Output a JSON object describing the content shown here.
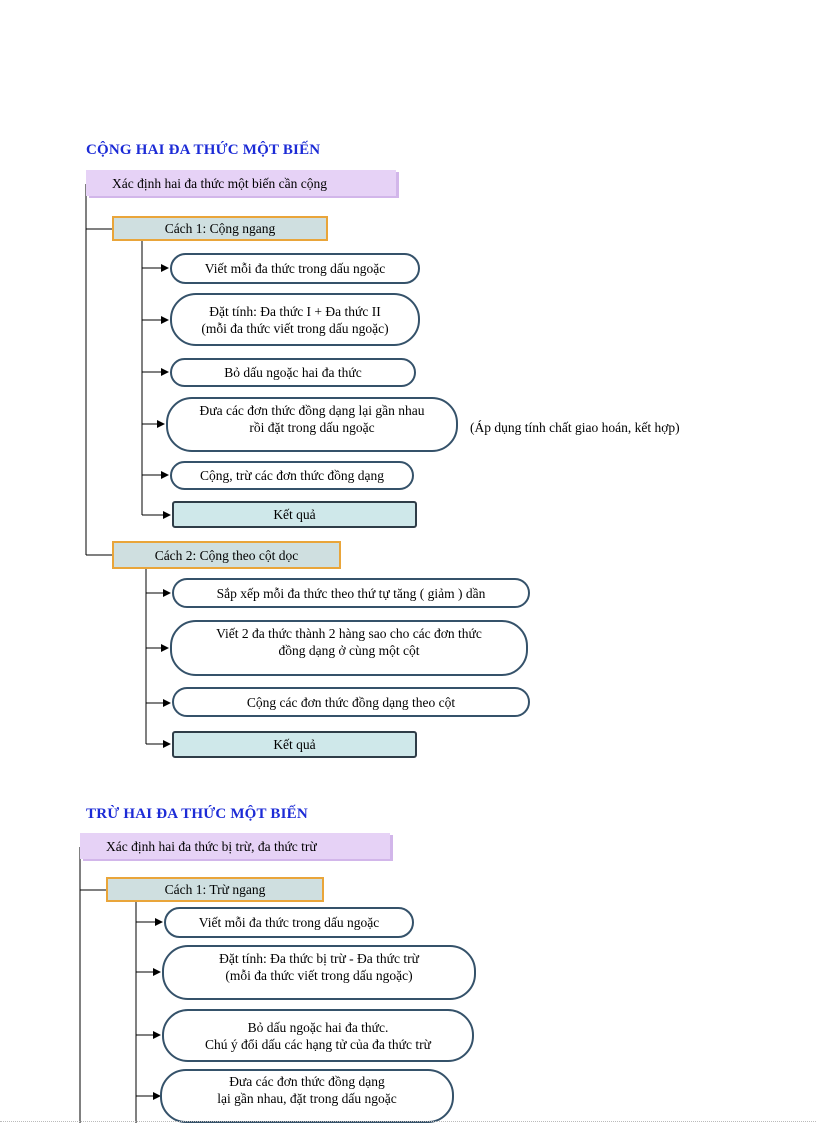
{
  "addition": {
    "title": "CỘNG HAI ĐA THỨC MỘT BIẾN",
    "start": "Xác định hai đa thức một biến cần cộng",
    "method1": {
      "label": "Cách 1: Cộng ngang",
      "steps": {
        "s1": "Viết mỗi đa thức trong dấu ngoặc",
        "s2a": "Đặt tính: Đa thức I + Đa thức II",
        "s2b": "(mỗi đa thức viết trong dấu ngoặc)",
        "s3": "Bỏ dấu ngoặc hai đa thức",
        "s4a": "Đưa các đơn thức đồng dạng lại gần nhau",
        "s4b": "rồi đặt trong dấu ngoặc",
        "s4_note": "(Áp dụng tính chất giao hoán, kết hợp)",
        "s5": "Cộng, trừ các đơn thức đồng dạng",
        "result": "Kết quả"
      }
    },
    "method2": {
      "label": "Cách 2: Cộng theo cột dọc",
      "steps": {
        "s1": "Sắp xếp mỗi đa thức theo thứ tự tăng ( giảm ) dần",
        "s2a": "Viết 2 đa thức thành 2 hàng sao cho các đơn thức",
        "s2b": "đồng dạng ở cùng một cột",
        "s3": "Cộng các đơn thức đồng dạng theo cột",
        "result": "Kết quả"
      }
    }
  },
  "subtraction": {
    "title": "TRỪ HAI ĐA THỨC MỘT BIẾN",
    "start": "Xác định hai đa thức bị trừ, đa thức trừ",
    "method1": {
      "label": "Cách 1: Trừ ngang",
      "steps": {
        "s1": "Viết mỗi đa thức trong dấu ngoặc",
        "s2a": "Đặt tính: Đa thức bị trừ - Đa thức trừ",
        "s2b": "(mỗi đa thức viết trong dấu ngoặc)",
        "s3a": "Bỏ dấu ngoặc hai đa thức.",
        "s3b": "Chú ý đổi dấu các hạng tử của đa thức trừ",
        "s4a": "Đưa các đơn thức đồng dạng",
        "s4b": "lại gần nhau, đặt trong dấu ngoặc"
      }
    }
  },
  "colors": {
    "title": "#1c2bd6",
    "head_fill": "#e6d2f6",
    "method_fill": "#cfdfe0",
    "method_border": "#e9a53a",
    "pill_border": "#35526a",
    "result_fill": "#cfe8ea"
  }
}
